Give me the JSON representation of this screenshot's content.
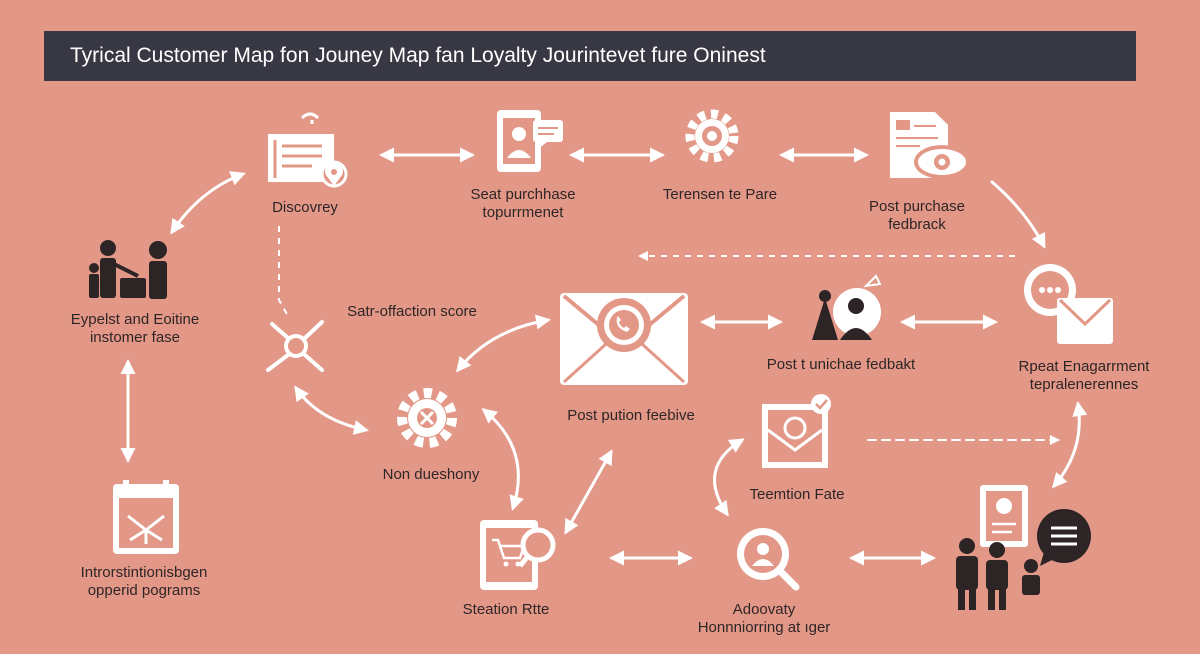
{
  "title": "Tyrical Customer Map fon Jouney Map fan Loyalty Jourintevet fure Oninest",
  "nodes": {
    "discovery": {
      "label": "Discovrey",
      "icon": "document-location-icon"
    },
    "seat_purchase": {
      "label1": "Seat purchhase",
      "label2": "topurrmenet",
      "icon": "profile-chat-icon"
    },
    "terensen": {
      "label": "Terensen te Pare",
      "icon": "gear-icon"
    },
    "post_purchase_feedback": {
      "label1": "Post purchase",
      "label2": "fedbrack",
      "icon": "document-eye-icon"
    },
    "expelst": {
      "label1": "Eypelst and Eoitine",
      "label2": "instomer fase",
      "icon": "family-icon"
    },
    "satisfaction": {
      "label": "Satr-offaction score",
      "icon": "network-icon"
    },
    "email_center": {
      "label": "Post pution feebive",
      "icon": "email-phone-icon"
    },
    "post_unichae": {
      "label": "Post t unichae fedbakt",
      "icon": "person-chat-icon"
    },
    "repeat": {
      "label1": "Rpeat Enagarrment",
      "label2": "tepralenerennes",
      "icon": "chat-mail-icon"
    },
    "non_dueshony": {
      "label": "Non dueshony",
      "icon": "gear-icon"
    },
    "teemtion": {
      "label": "Teemtion Fate",
      "icon": "mail-check-icon"
    },
    "intro": {
      "label1": "Introrstintionisbgen",
      "label2": "opperid pograms",
      "icon": "calendar-network-icon"
    },
    "steation": {
      "label": "Steation Rtte",
      "icon": "cart-search-icon"
    },
    "adoovaty": {
      "label1": "Adoovaty",
      "label2": "Honnniorring at ıger",
      "icon": "magnifier-person-icon"
    },
    "advocates": {
      "icon": "people-chat-icon"
    }
  },
  "colors": {
    "background": "#E39887",
    "title_bar": "#373843",
    "icon": "#FFFFFF",
    "text": "#2E2527"
  }
}
